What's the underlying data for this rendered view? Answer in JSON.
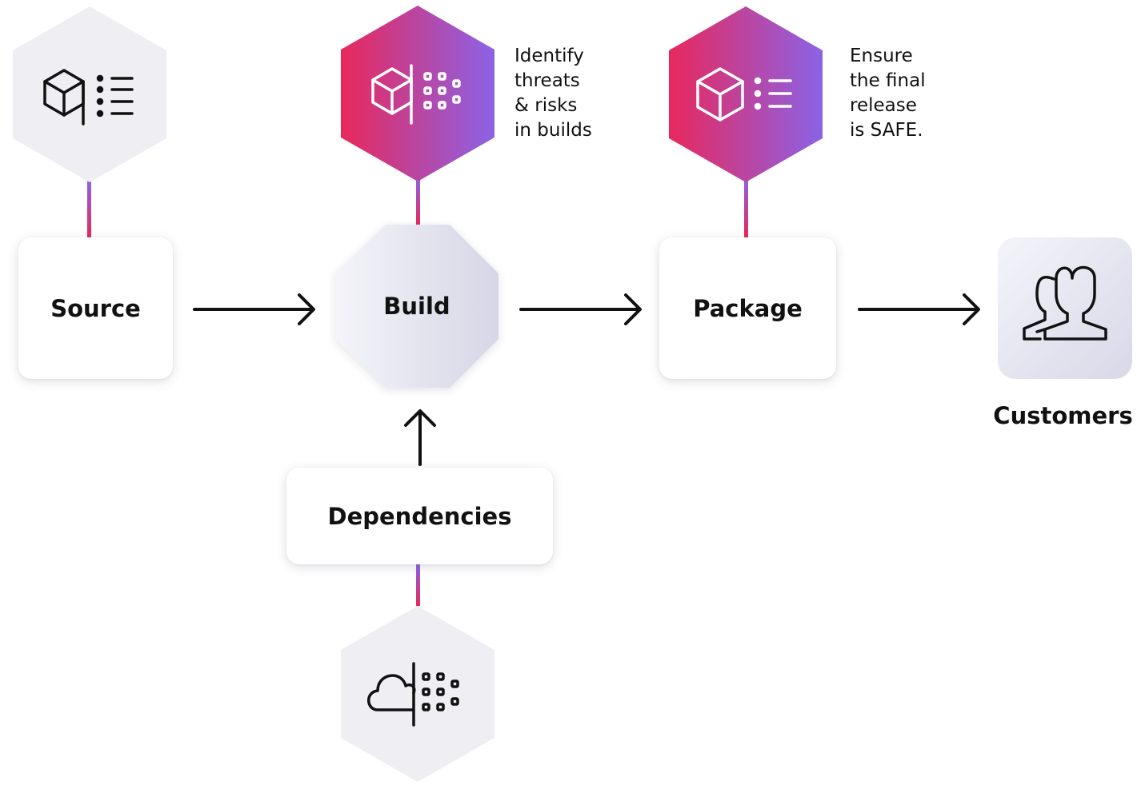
{
  "nodes": {
    "source": "Source",
    "build": "Build",
    "package": "Package",
    "dependencies": "Dependencies",
    "customers": "Customers"
  },
  "notes": {
    "build_note": "Identify\nthreats\n& risks\nin builds",
    "package_note": "Ensure\nthe final\nrelease\nis SAFE."
  },
  "colors": {
    "gradient_start": "#e8285c",
    "gradient_end": "#8b63e6",
    "hex_light": "#eeeef3",
    "octagon_start": "#f3f3f8",
    "octagon_end": "#d8d8e6",
    "text": "#111111"
  },
  "icons": {
    "source_hex": "cube-list-icon",
    "build_hex": "cube-scan-icon",
    "package_hex": "cube-list-icon",
    "dependencies_hex": "cloud-scan-icon",
    "customers": "users-icon"
  }
}
